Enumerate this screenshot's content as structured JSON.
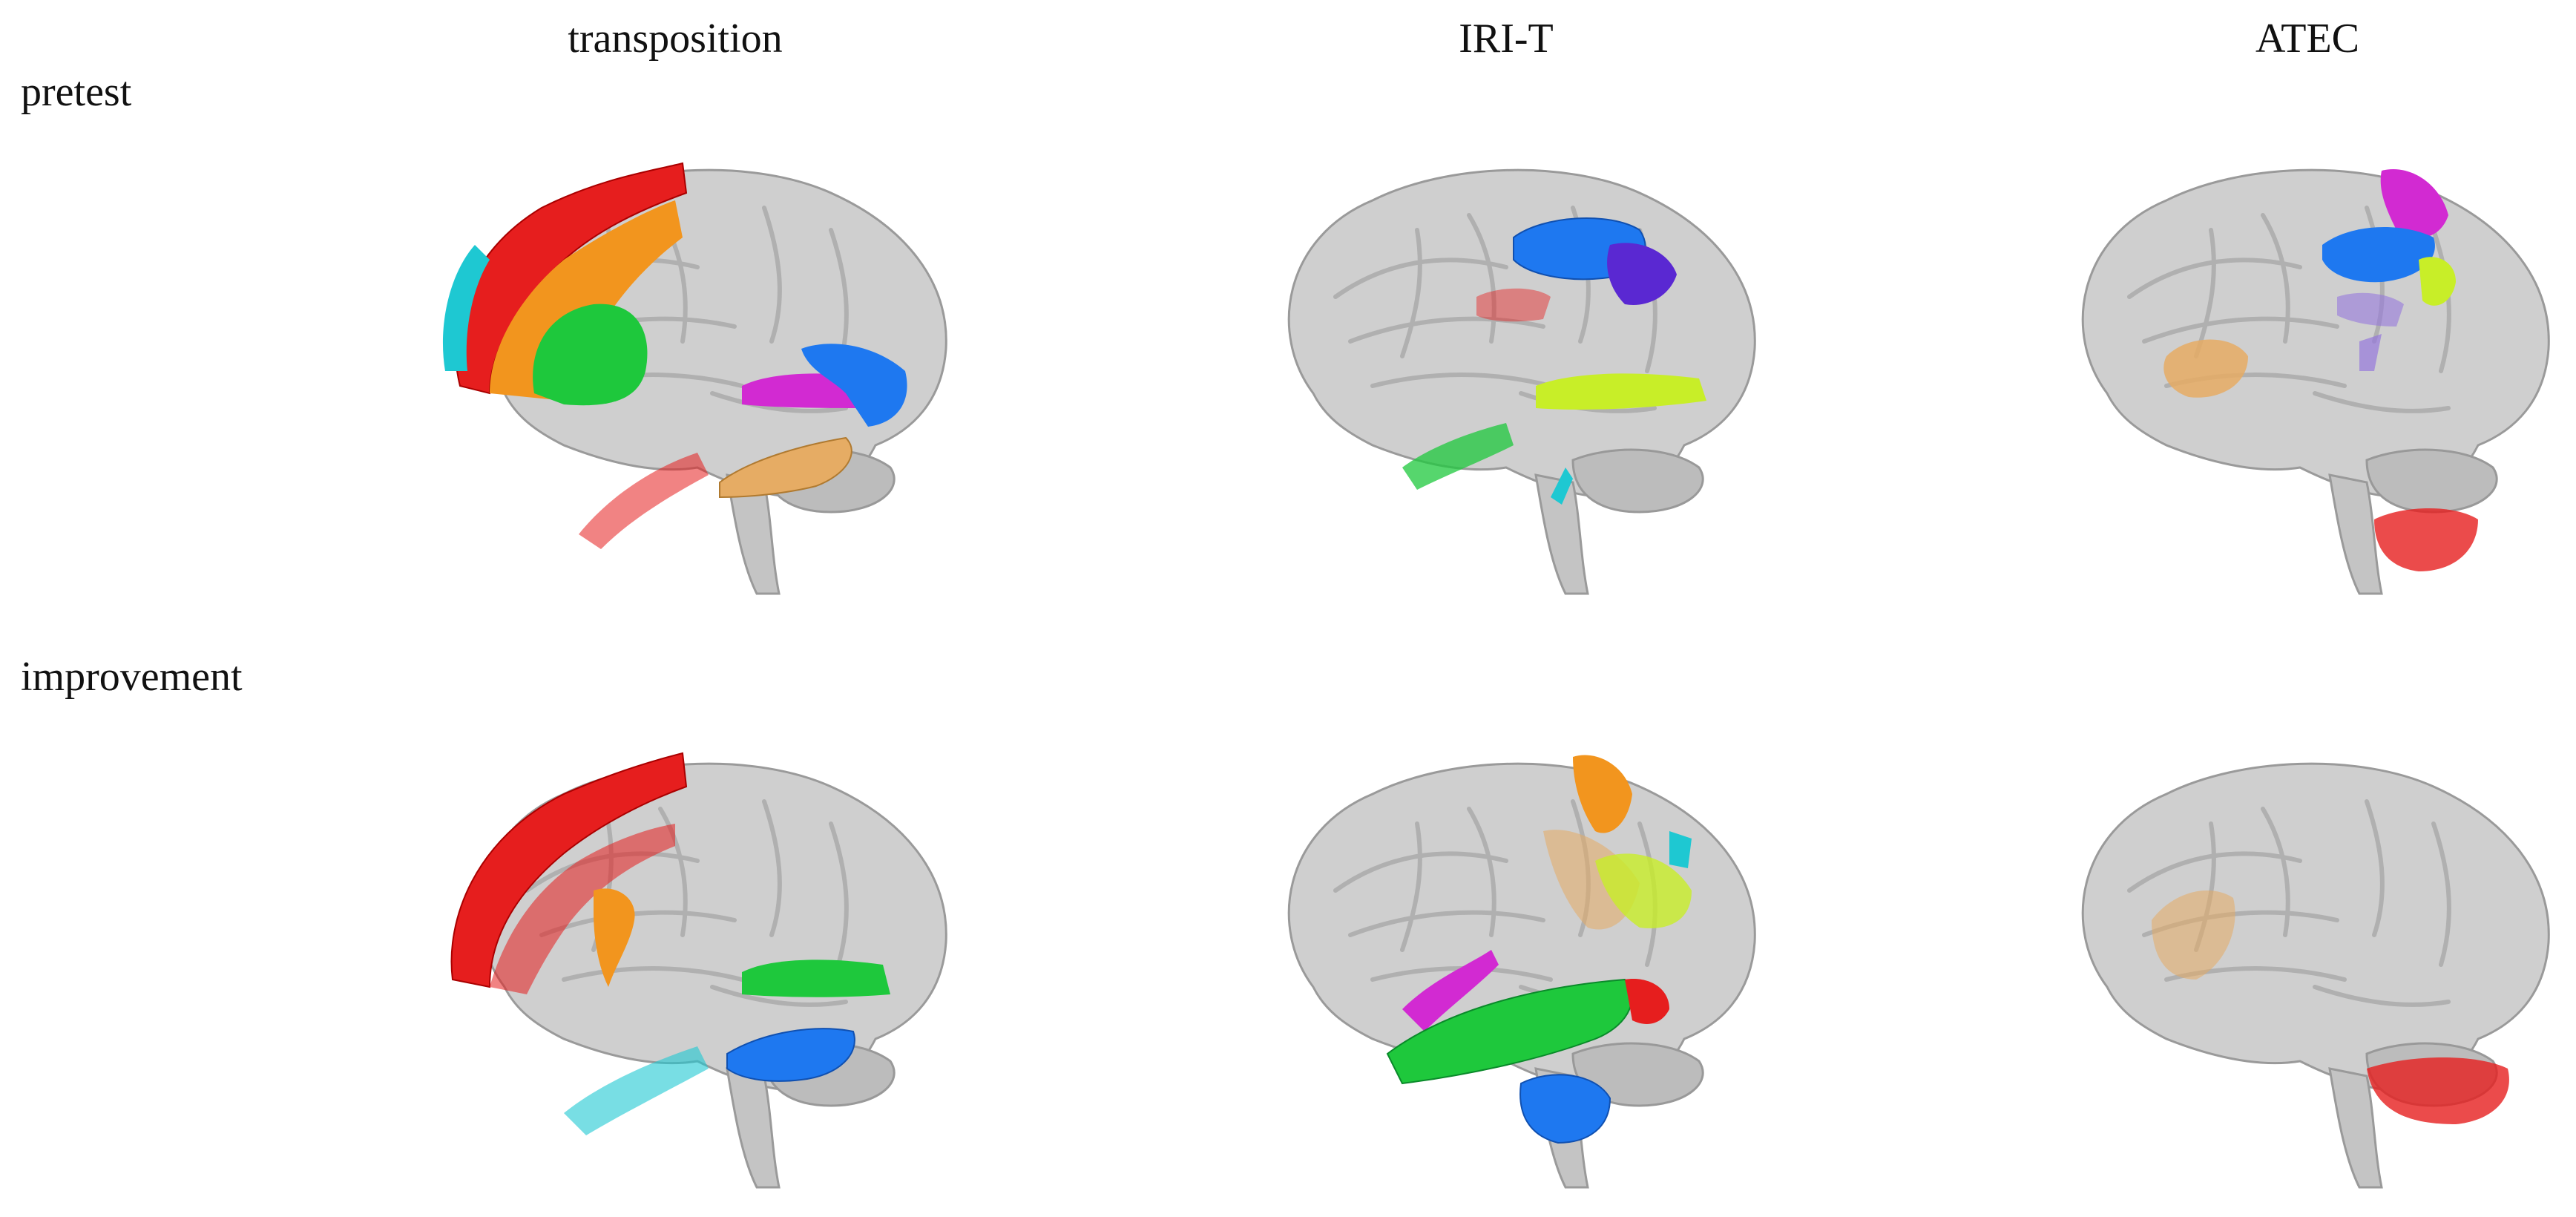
{
  "columns": [
    {
      "label": "transposition"
    },
    {
      "label": "IRI-T"
    },
    {
      "label": "ATEC"
    }
  ],
  "rows": [
    {
      "label": "pretest"
    },
    {
      "label": "improvement"
    }
  ],
  "colors": {
    "brain": "#c9c9c9",
    "red": "#e61e1e",
    "orange": "#f2951e",
    "green": "#1ec83c",
    "blue": "#1e78f0",
    "magenta": "#d22ad2",
    "cyan": "#1ec8d2",
    "yellow_green": "#c8ee28",
    "tan": "#e6ac64",
    "violet": "#5a28d2",
    "lavender": "#9678dc"
  }
}
